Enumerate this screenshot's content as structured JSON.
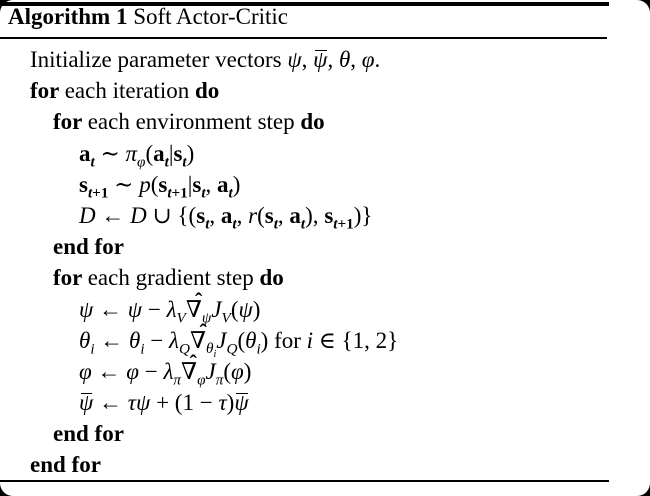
{
  "window": {
    "background": "#ffffff",
    "frame_background": "#000000",
    "rule_color": "#000000",
    "text_color": "#000000"
  },
  "header": {
    "label": "Algorithm 1",
    "title": "Soft Actor-Critic"
  },
  "algorithm": {
    "accents": {
      "hat": "ˆ"
    },
    "lines": [
      {
        "indent": 1,
        "segments": [
          {
            "t": "Initialize parameter vectors "
          },
          {
            "t": "ψ",
            "s": "i"
          },
          {
            "t": ", "
          },
          {
            "t": "ψ",
            "s": "i",
            "bar": true
          },
          {
            "t": ", "
          },
          {
            "t": "θ",
            "s": "i"
          },
          {
            "t": ", "
          },
          {
            "t": "φ",
            "s": "i"
          },
          {
            "t": "."
          }
        ]
      },
      {
        "indent": 1,
        "segments": [
          {
            "t": "for ",
            "s": "b"
          },
          {
            "t": "each iteration "
          },
          {
            "t": "do",
            "s": "b"
          }
        ]
      },
      {
        "indent": 2,
        "segments": [
          {
            "t": "for ",
            "s": "b"
          },
          {
            "t": "each environment step "
          },
          {
            "t": "do",
            "s": "b"
          }
        ]
      },
      {
        "indent": 3,
        "segments": [
          {
            "t": "a",
            "s": "mb",
            "sub": [
              {
                "t": "t",
                "s": "i"
              }
            ]
          },
          {
            "t": " ∼ "
          },
          {
            "t": "π",
            "s": "i",
            "sub": [
              {
                "t": "φ",
                "s": "i"
              }
            ]
          },
          {
            "t": "("
          },
          {
            "t": "a",
            "s": "mb",
            "sub": [
              {
                "t": "t",
                "s": "i"
              }
            ]
          },
          {
            "t": "|"
          },
          {
            "t": "s",
            "s": "mb",
            "sub": [
              {
                "t": "t",
                "s": "i"
              }
            ]
          },
          {
            "t": ")"
          }
        ]
      },
      {
        "indent": 3,
        "segments": [
          {
            "t": "s",
            "s": "mb",
            "sub": [
              {
                "t": "t",
                "s": "i"
              },
              {
                "t": "+1"
              }
            ]
          },
          {
            "t": " ∼ "
          },
          {
            "t": "p",
            "s": "i"
          },
          {
            "t": "("
          },
          {
            "t": "s",
            "s": "mb",
            "sub": [
              {
                "t": "t",
                "s": "i"
              },
              {
                "t": "+1"
              }
            ]
          },
          {
            "t": "|"
          },
          {
            "t": "s",
            "s": "mb",
            "sub": [
              {
                "t": "t",
                "s": "i"
              }
            ]
          },
          {
            "t": ", "
          },
          {
            "t": "a",
            "s": "mb",
            "sub": [
              {
                "t": "t",
                "s": "i"
              }
            ]
          },
          {
            "t": ")"
          }
        ]
      },
      {
        "indent": 3,
        "segments": [
          {
            "t": "D",
            "s": "cal"
          },
          {
            "t": " ← "
          },
          {
            "t": "D",
            "s": "cal"
          },
          {
            "t": " ∪ {("
          },
          {
            "t": "s",
            "s": "mb",
            "sub": [
              {
                "t": "t",
                "s": "i"
              }
            ]
          },
          {
            "t": ", "
          },
          {
            "t": "a",
            "s": "mb",
            "sub": [
              {
                "t": "t",
                "s": "i"
              }
            ]
          },
          {
            "t": ", "
          },
          {
            "t": "r",
            "s": "i"
          },
          {
            "t": "("
          },
          {
            "t": "s",
            "s": "mb",
            "sub": [
              {
                "t": "t",
                "s": "i"
              }
            ]
          },
          {
            "t": ", "
          },
          {
            "t": "a",
            "s": "mb",
            "sub": [
              {
                "t": "t",
                "s": "i"
              }
            ]
          },
          {
            "t": "), "
          },
          {
            "t": "s",
            "s": "mb",
            "sub": [
              {
                "t": "t",
                "s": "i"
              },
              {
                "t": "+1"
              }
            ]
          },
          {
            "t": ")}"
          }
        ]
      },
      {
        "indent": 2,
        "segments": [
          {
            "t": "end for",
            "s": "b"
          }
        ]
      },
      {
        "indent": 2,
        "segments": [
          {
            "t": "for ",
            "s": "b"
          },
          {
            "t": "each gradient step "
          },
          {
            "t": "do",
            "s": "b"
          }
        ]
      },
      {
        "indent": 3,
        "segments": [
          {
            "t": "ψ",
            "s": "i"
          },
          {
            "t": " ← "
          },
          {
            "t": "ψ",
            "s": "i"
          },
          {
            "t": " − "
          },
          {
            "t": "λ",
            "s": "i",
            "sub": [
              {
                "t": "V",
                "s": "i"
              }
            ]
          },
          {
            "t": "∇",
            "hat": true,
            "sub": [
              {
                "t": "ψ",
                "s": "i"
              }
            ]
          },
          {
            "t": "J",
            "s": "i",
            "sub": [
              {
                "t": "V",
                "s": "i"
              }
            ]
          },
          {
            "t": "("
          },
          {
            "t": "ψ",
            "s": "i"
          },
          {
            "t": ")"
          }
        ]
      },
      {
        "indent": 3,
        "segments": [
          {
            "t": "θ",
            "s": "i",
            "sub": [
              {
                "t": "i",
                "s": "i"
              }
            ]
          },
          {
            "t": " ← "
          },
          {
            "t": "θ",
            "s": "i",
            "sub": [
              {
                "t": "i",
                "s": "i"
              }
            ]
          },
          {
            "t": " − "
          },
          {
            "t": "λ",
            "s": "i",
            "sub": [
              {
                "t": "Q",
                "s": "i"
              }
            ]
          },
          {
            "t": "∇",
            "hat": true,
            "sub": [
              {
                "t": "θ",
                "s": "i",
                "sub": [
                  {
                    "t": "i",
                    "s": "i"
                  }
                ]
              }
            ]
          },
          {
            "t": "J",
            "s": "i",
            "sub": [
              {
                "t": "Q",
                "s": "i"
              }
            ]
          },
          {
            "t": "("
          },
          {
            "t": "θ",
            "s": "i",
            "sub": [
              {
                "t": "i",
                "s": "i"
              }
            ]
          },
          {
            "t": ") for "
          },
          {
            "t": "i",
            "s": "i"
          },
          {
            "t": " ∈ {1, 2}"
          }
        ]
      },
      {
        "indent": 3,
        "segments": [
          {
            "t": "φ",
            "s": "i"
          },
          {
            "t": " ← "
          },
          {
            "t": "φ",
            "s": "i"
          },
          {
            "t": " − "
          },
          {
            "t": "λ",
            "s": "i",
            "sub": [
              {
                "t": "π",
                "s": "i"
              }
            ]
          },
          {
            "t": "∇",
            "hat": true,
            "sub": [
              {
                "t": "φ",
                "s": "i"
              }
            ]
          },
          {
            "t": "J",
            "s": "i",
            "sub": [
              {
                "t": "π",
                "s": "i"
              }
            ]
          },
          {
            "t": "("
          },
          {
            "t": "φ",
            "s": "i"
          },
          {
            "t": ")"
          }
        ]
      },
      {
        "indent": 3,
        "segments": [
          {
            "t": "ψ",
            "s": "i",
            "bar": true
          },
          {
            "t": " ← "
          },
          {
            "t": "τ",
            "s": "i"
          },
          {
            "t": "ψ",
            "s": "i"
          },
          {
            "t": " + (1 − "
          },
          {
            "t": "τ",
            "s": "i"
          },
          {
            "t": ")"
          },
          {
            "t": "ψ",
            "s": "i",
            "bar": true
          }
        ]
      },
      {
        "indent": 2,
        "segments": [
          {
            "t": "end for",
            "s": "b"
          }
        ]
      },
      {
        "indent": 1,
        "segments": [
          {
            "t": "end for",
            "s": "b"
          }
        ]
      }
    ]
  }
}
